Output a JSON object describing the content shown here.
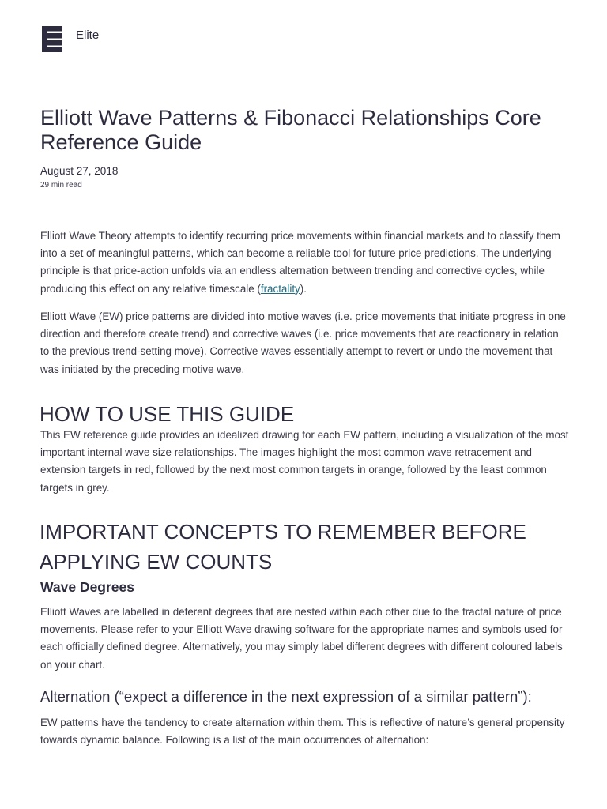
{
  "header": {
    "brand": "Elite",
    "logo_icon": "stacked-bars-logo-icon",
    "brand_color": "#2d2c3f"
  },
  "article": {
    "title": "Elliott Wave Patterns & Fibonacci Relationships Core Reference Guide",
    "date": "August 27, 2018",
    "read_time": "29 min read",
    "intro_p1_text": "Elliott Wave Theory attempts to identify recurring price movements within financial markets and to classify them into a set of meaningful patterns, which can become a reliable tool for future price predictions. The underlying principle is that price-action unfolds via an endless alternation between trending and corrective cycles, while producing this effect on any relative timescale (",
    "intro_p1_link": "fractality",
    "intro_p1_end": ").",
    "intro_p2": "Elliott Wave (EW) price patterns are divided into motive waves (i.e. price movements that initiate progress in one direction and therefore create trend) and corrective waves (i.e. price movements that are reactionary in relation to the previous trend-setting move). Corrective waves essentially attempt to revert or undo the movement that was initiated by the preceding motive wave.",
    "how_to_heading": "HOW TO USE THIS GUIDE",
    "how_to_text": "This EW reference guide provides an idealized drawing for each EW pattern, including a visualization of the most important internal wave size relationships. The images highlight the most common wave retracement and extension targets in red, followed by the next most common targets in orange, followed by the least common targets in grey.",
    "concepts_heading": "IMPORTANT CONCEPTS TO REMEMBER BEFORE APPLYING EW COUNTS",
    "wave_degrees_heading": "Wave Degrees",
    "wave_degrees_text": "Elliott Waves are labelled in deferent degrees that are nested within each other due to the fractal nature of price movements. Please refer to your Elliott Wave drawing software for the appropriate names and symbols used for each officially defined degree. Alternatively, you may simply label different degrees with different coloured labels on your chart.",
    "alternation_heading": "Alternation (“expect a difference in the next expression of a similar pattern”):",
    "alternation_text": "EW patterns have the tendency to create alternation within them. This is reflective of nature’s general propensity towards dynamic balance. Following is a list of the main occurrences of alternation:"
  },
  "colors": {
    "text": "#2d2c3f",
    "body_text": "#3a3947",
    "link": "#1e6a80"
  }
}
